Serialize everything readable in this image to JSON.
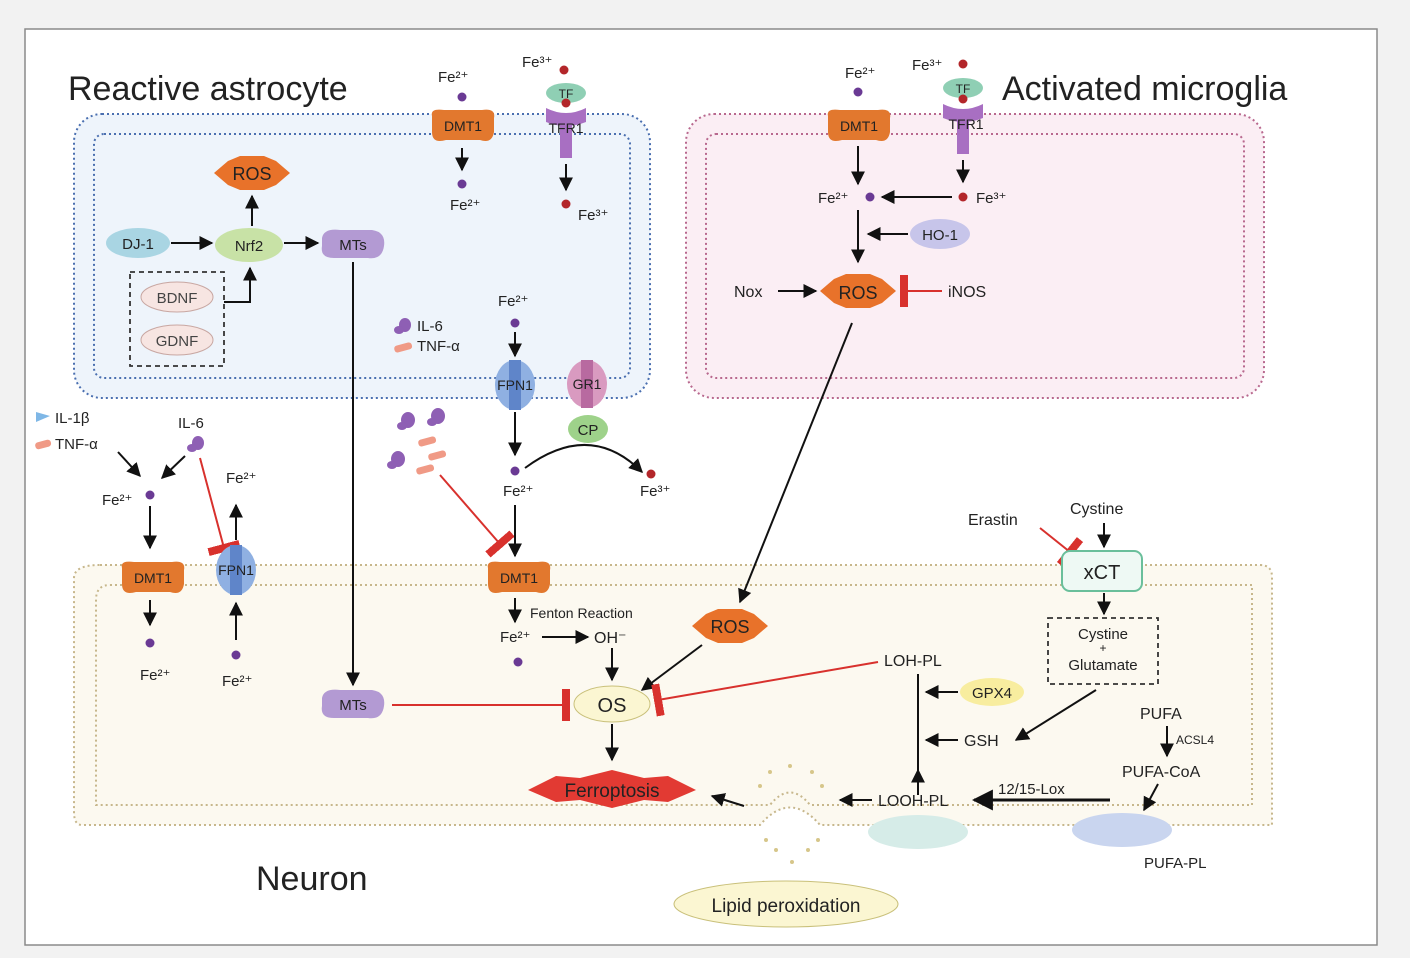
{
  "regions": {
    "astrocyte": "Reactive astrocyte",
    "microglia": "Activated microglia",
    "neuron": "Neuron"
  },
  "ions": {
    "fe2": "Fe²⁺",
    "fe3": "Fe³⁺",
    "oh": "OH⁻"
  },
  "proteins": {
    "dmt1": "DMT1",
    "tf": "TF",
    "tfr1": "TFR1",
    "fpn1": "FPN1",
    "gr1": "GR1",
    "cp": "CP",
    "ros": "ROS",
    "dj1": "DJ-1",
    "nrf2": "Nrf2",
    "mts": "MTs",
    "bdnf": "BDNF",
    "gdnf": "GDNF",
    "ho1": "HO-1",
    "nox": "Nox",
    "inos": "iNOS",
    "xct": "xCT",
    "gpx4": "GPX4",
    "gsh": "GSH",
    "os": "OS"
  },
  "cytokines": {
    "il6": "IL-6",
    "tnfa": "TNF-α",
    "il1b": "IL-1β"
  },
  "labels": {
    "fenton": "Fenton Reaction",
    "erastin": "Erastin",
    "cystine": "Cystine",
    "cystine_box_1": "Cystine",
    "cystine_box_plus": "+",
    "cystine_box_2": "Glutamate",
    "pufa": "PUFA",
    "acsl4": "ACSL4",
    "pufa_coa": "PUFA-CoA",
    "pufa_pl": "PUFA-PL",
    "lox": "12/15-Lox",
    "loh_pl": "LOH-PL",
    "looh_pl": "LOOH-PL",
    "ferroptosis": "Ferroptosis",
    "lipid_peroxidation": "Lipid peroxidation"
  },
  "colors": {
    "astro_membrane": "#4a6fb0",
    "astro_fill": "#eef4fb",
    "microglia_membrane": "#b8688e",
    "microglia_fill": "#fbeef4",
    "neuron_membrane": "#c7b78c",
    "neuron_fill": "#fcf9f0",
    "dmt1": "#e2782e",
    "ros": "#e8722a",
    "fpn1": "#6f93d0",
    "mts": "#a78ac9",
    "inhibit": "#d8312d",
    "fe2_dot": "#6a3a94",
    "fe3_dot": "#b3262a"
  }
}
